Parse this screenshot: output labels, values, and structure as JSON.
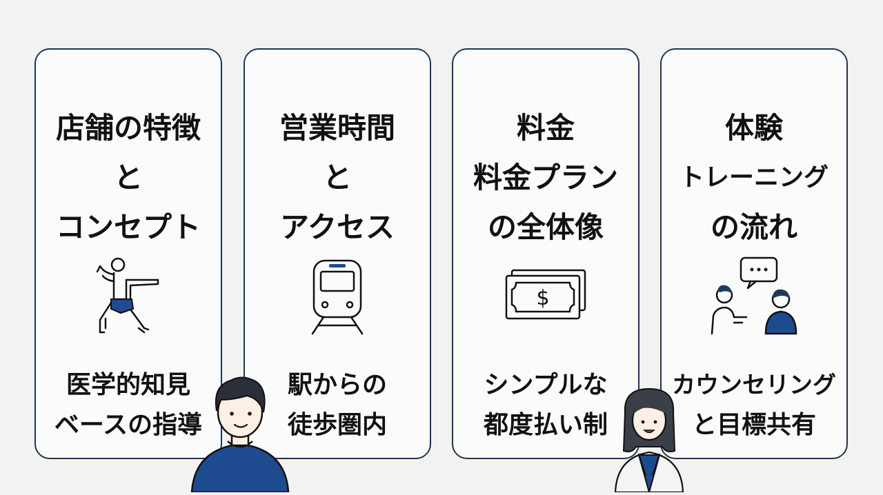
{
  "cards": [
    {
      "title_lines": [
        "店舗の特徴",
        "と",
        "コンセプト"
      ],
      "icon": "yoga-pose-icon",
      "caption_lines": [
        "医学的知見",
        "ベースの指導"
      ]
    },
    {
      "title_lines": [
        "営業時間",
        "と",
        "アクセス"
      ],
      "icon": "train-icon",
      "caption_lines": [
        "駅からの",
        "徒歩圏内"
      ]
    },
    {
      "title_lines": [
        "料金",
        "料金プラン",
        "の全体像"
      ],
      "icon": "dollar-bill-icon",
      "caption_lines": [
        "シンプルな",
        "都度払い制"
      ]
    },
    {
      "title_lines": [
        "体験",
        "トレーニング",
        "の流れ"
      ],
      "icon": "consultation-icon",
      "caption_lines": [
        "カウンセリング",
        "と目標共有"
      ]
    }
  ],
  "colors": {
    "border": "#1f3550",
    "accent_blue": "#1e4b8f",
    "background": "#f2f2f0",
    "card": "#fbfbfb"
  },
  "characters": [
    "man-character",
    "woman-doctor-character"
  ]
}
